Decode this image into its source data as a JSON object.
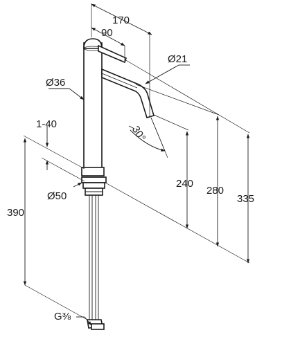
{
  "drawing": {
    "dimensions": {
      "overall_reach": "170",
      "handle_reach": "90",
      "spout_diameter": "Ø21",
      "body_diameter": "Ø36",
      "spout_angle": "30°",
      "deck_thickness": "1-40",
      "spout_height": "240",
      "outlet_height": "280",
      "total_height": "335",
      "base_diameter": "Ø50",
      "hose_length": "390",
      "connection_thread": "G⅜"
    }
  }
}
